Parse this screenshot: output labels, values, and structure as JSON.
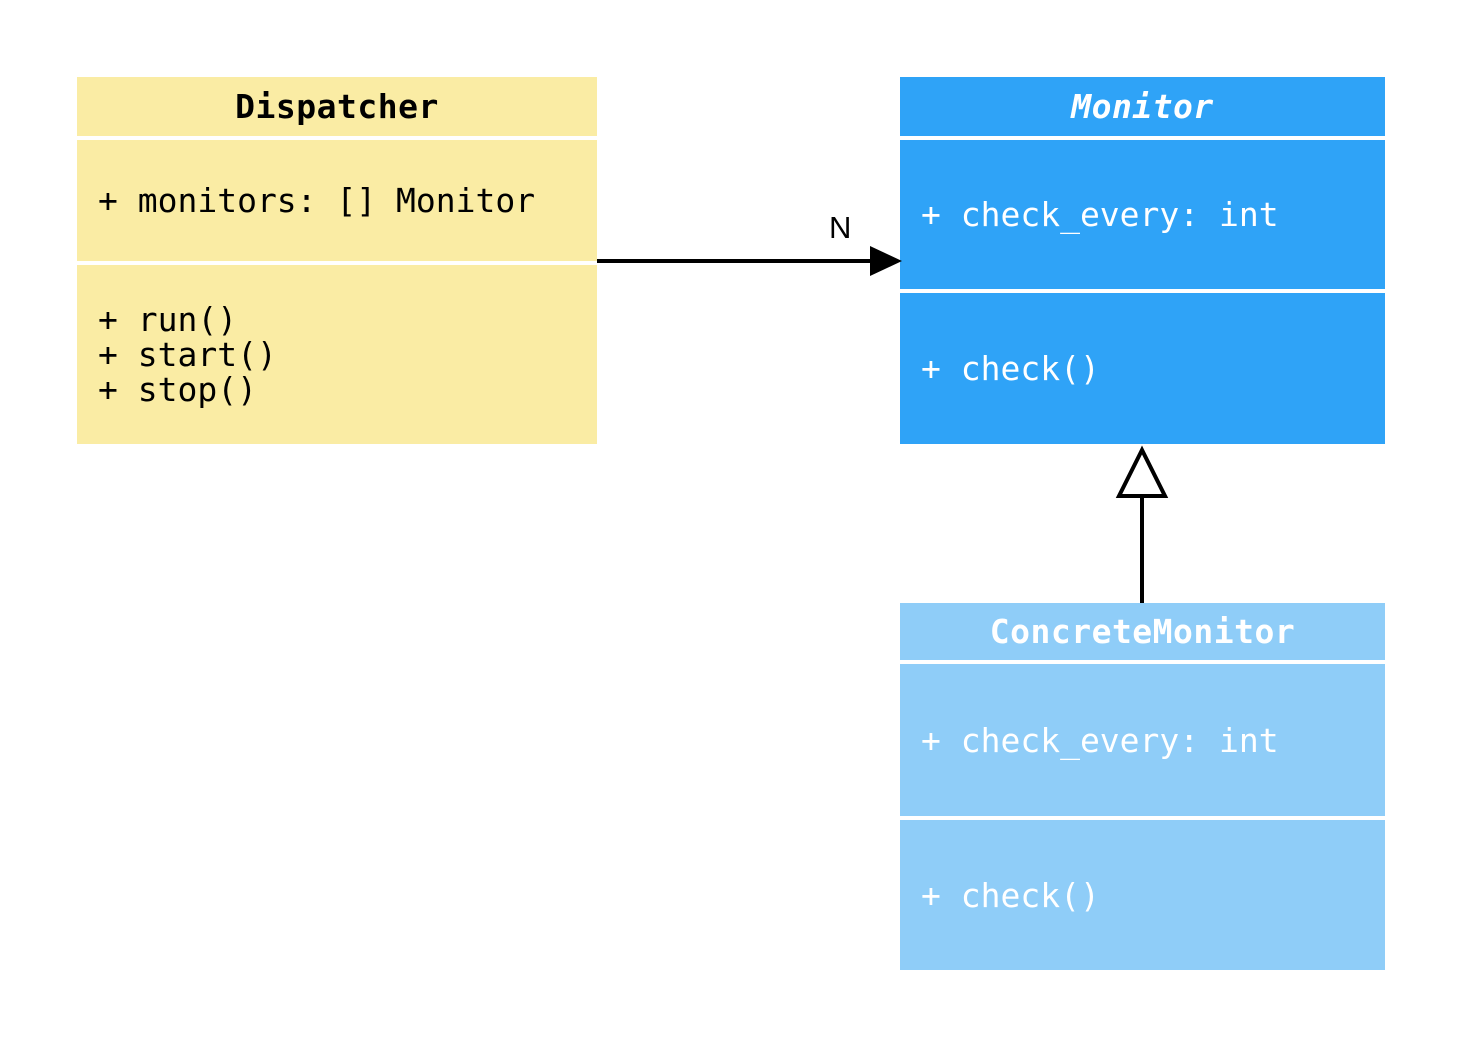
{
  "classes": {
    "dispatcher": {
      "name": "Dispatcher",
      "attributes": [
        "+ monitors: [] Monitor"
      ],
      "methods": [
        "+ run()",
        "+ start()",
        "+ stop()"
      ]
    },
    "monitor": {
      "name": "Monitor",
      "attributes": [
        "+ check_every: int"
      ],
      "methods": [
        "+ check()"
      ]
    },
    "concrete_monitor": {
      "name": "ConcreteMonitor",
      "attributes": [
        "+ check_every: int"
      ],
      "methods": [
        "+ check()"
      ]
    }
  },
  "relationships": {
    "association": {
      "from": "Dispatcher",
      "to": "Monitor",
      "multiplicity": "N"
    },
    "generalization": {
      "from": "ConcreteMonitor",
      "to": "Monitor"
    }
  },
  "colors": {
    "dispatcher-bg": "#FAECA4",
    "monitor-bg": "#2FA3F7",
    "concrete-monitor-bg": "#8FCDF8",
    "connector": "#000000",
    "background": "#FFFFFF"
  }
}
